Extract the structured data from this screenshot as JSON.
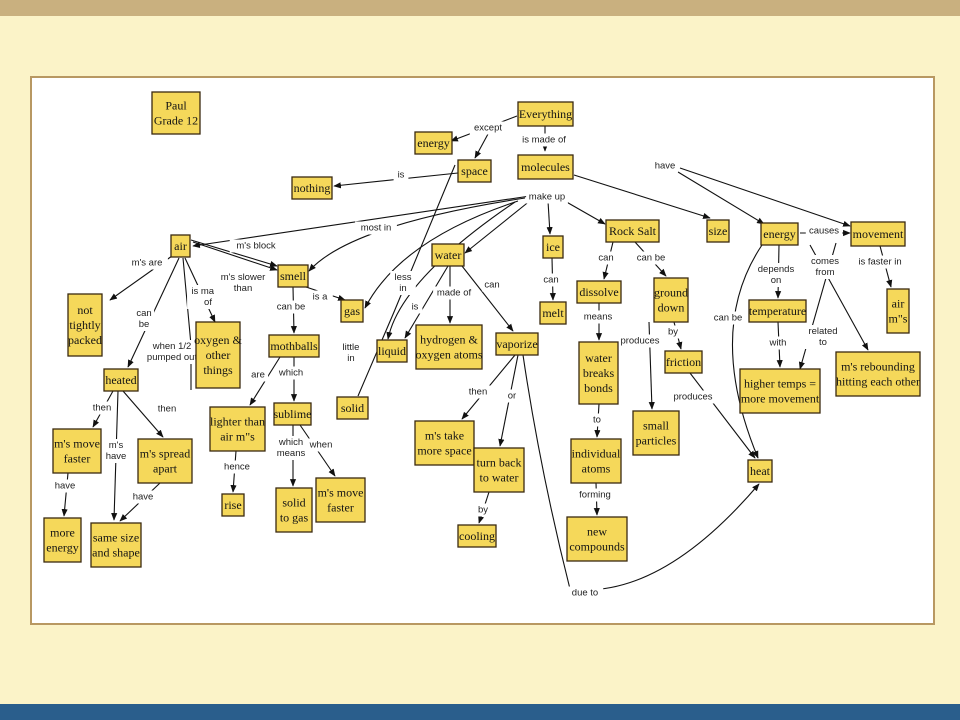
{
  "colors": {
    "top_bar": "#c9b07f",
    "page_background": "#fbf3c8",
    "bottom_bar": "#2a5e8c",
    "node_fill": "#f5d85a",
    "node_border": "#3a2a10"
  },
  "nodes": [
    {
      "id": "paul",
      "lines": [
        "Paul",
        "Grade 12"
      ]
    },
    {
      "id": "everything",
      "lines": [
        "Everything"
      ]
    },
    {
      "id": "energy_top",
      "lines": [
        "energy"
      ]
    },
    {
      "id": "space",
      "lines": [
        "space"
      ]
    },
    {
      "id": "molecules",
      "lines": [
        "molecules"
      ]
    },
    {
      "id": "nothing",
      "lines": [
        "nothing"
      ]
    },
    {
      "id": "air",
      "lines": [
        "air"
      ]
    },
    {
      "id": "smell",
      "lines": [
        "smell"
      ]
    },
    {
      "id": "gas",
      "lines": [
        "gas"
      ]
    },
    {
      "id": "water",
      "lines": [
        "water"
      ]
    },
    {
      "id": "ice",
      "lines": [
        "ice"
      ]
    },
    {
      "id": "rocksalt",
      "lines": [
        "Rock Salt"
      ]
    },
    {
      "id": "size",
      "lines": [
        "size"
      ]
    },
    {
      "id": "energy_right",
      "lines": [
        "energy"
      ]
    },
    {
      "id": "movement",
      "lines": [
        "movement"
      ]
    },
    {
      "id": "not_tightly",
      "lines": [
        "not",
        "tightly",
        "packed"
      ]
    },
    {
      "id": "oxygen_things",
      "lines": [
        "oxygen &",
        "other",
        "things"
      ]
    },
    {
      "id": "mothballs",
      "lines": [
        "mothballs"
      ]
    },
    {
      "id": "liquid",
      "lines": [
        "liquid"
      ]
    },
    {
      "id": "hydrogen",
      "lines": [
        "hydrogen &",
        "oxygen atoms"
      ]
    },
    {
      "id": "vaporize",
      "lines": [
        "vaporize"
      ]
    },
    {
      "id": "melt",
      "lines": [
        "melt"
      ]
    },
    {
      "id": "dissolve",
      "lines": [
        "dissolve"
      ]
    },
    {
      "id": "ground_down",
      "lines": [
        "ground",
        "down"
      ]
    },
    {
      "id": "temperature",
      "lines": [
        "temperature"
      ]
    },
    {
      "id": "air_ms",
      "lines": [
        "air",
        "m\"s"
      ]
    },
    {
      "id": "heated",
      "lines": [
        "heated"
      ]
    },
    {
      "id": "solid",
      "lines": [
        "solid"
      ]
    },
    {
      "id": "water_breaks",
      "lines": [
        "water",
        "breaks",
        "bonds"
      ]
    },
    {
      "id": "friction",
      "lines": [
        "friction"
      ]
    },
    {
      "id": "higher_temps",
      "lines": [
        "higher temps =",
        "more movement"
      ]
    },
    {
      "id": "ms_rebounding",
      "lines": [
        "m's rebounding",
        "hitting each other"
      ]
    },
    {
      "id": "lighter",
      "lines": [
        "lighter than",
        "air m\"s"
      ]
    },
    {
      "id": "sublime",
      "lines": [
        "sublime"
      ]
    },
    {
      "id": "ms_move_faster1",
      "lines": [
        "m's move",
        "faster"
      ]
    },
    {
      "id": "ms_spread",
      "lines": [
        "m's spread",
        "apart"
      ]
    },
    {
      "id": "ms_take",
      "lines": [
        "m's take",
        "more space"
      ]
    },
    {
      "id": "small_particles",
      "lines": [
        "small",
        "particles"
      ]
    },
    {
      "id": "individual_atoms",
      "lines": [
        "individual",
        "atoms"
      ]
    },
    {
      "id": "turn_back",
      "lines": [
        "turn back",
        "to water"
      ]
    },
    {
      "id": "heat",
      "lines": [
        "heat"
      ]
    },
    {
      "id": "rise",
      "lines": [
        "rise"
      ]
    },
    {
      "id": "ms_move_faster2",
      "lines": [
        "m's move",
        "faster"
      ]
    },
    {
      "id": "solid_to_gas",
      "lines": [
        "solid",
        "to gas"
      ]
    },
    {
      "id": "new_compounds",
      "lines": [
        "new",
        "compounds"
      ]
    },
    {
      "id": "more_energy",
      "lines": [
        "more",
        "energy"
      ]
    },
    {
      "id": "same_size",
      "lines": [
        "same size",
        "and shape"
      ]
    },
    {
      "id": "cooling",
      "lines": [
        "cooling"
      ]
    }
  ],
  "links": [
    {
      "lines": [
        "except"
      ]
    },
    {
      "lines": [
        "is made of"
      ]
    },
    {
      "lines": [
        "is"
      ]
    },
    {
      "lines": [
        "make up"
      ]
    },
    {
      "lines": [
        "have"
      ]
    },
    {
      "lines": [
        "m's block"
      ]
    },
    {
      "lines": [
        "m's are"
      ]
    },
    {
      "lines": [
        "is made",
        "of"
      ]
    },
    {
      "lines": [
        "m's slower",
        "than"
      ]
    },
    {
      "lines": [
        "can",
        "be"
      ]
    },
    {
      "lines": [
        "when 1/2",
        "pumped out"
      ]
    },
    {
      "lines": [
        "then"
      ]
    },
    {
      "lines": [
        "then"
      ]
    },
    {
      "lines": [
        "m's",
        "have"
      ]
    },
    {
      "lines": [
        "have"
      ]
    },
    {
      "lines": [
        "have"
      ]
    },
    {
      "lines": [
        "can be"
      ]
    },
    {
      "lines": [
        "is a"
      ]
    },
    {
      "lines": [
        "are"
      ]
    },
    {
      "lines": [
        "which"
      ]
    },
    {
      "lines": [
        "hence"
      ]
    },
    {
      "lines": [
        "which",
        "means"
      ]
    },
    {
      "lines": [
        "when"
      ]
    },
    {
      "lines": [
        "most in"
      ]
    },
    {
      "lines": [
        "little",
        "in"
      ]
    },
    {
      "lines": [
        "less",
        "in"
      ]
    },
    {
      "lines": [
        "is"
      ]
    },
    {
      "lines": [
        "made of"
      ]
    },
    {
      "lines": [
        "can"
      ]
    },
    {
      "lines": [
        "then"
      ]
    },
    {
      "lines": [
        "or"
      ]
    },
    {
      "lines": [
        "by"
      ]
    },
    {
      "lines": [
        "due to"
      ]
    },
    {
      "lines": [
        "can"
      ]
    },
    {
      "lines": [
        "can"
      ]
    },
    {
      "lines": [
        "can be"
      ]
    },
    {
      "lines": [
        "means"
      ]
    },
    {
      "lines": [
        "to"
      ]
    },
    {
      "lines": [
        "forming"
      ]
    },
    {
      "lines": [
        "by"
      ]
    },
    {
      "lines": [
        "produces"
      ]
    },
    {
      "lines": [
        "produces"
      ]
    },
    {
      "lines": [
        "causes"
      ]
    },
    {
      "lines": [
        "depends",
        "on"
      ]
    },
    {
      "lines": [
        "with"
      ]
    },
    {
      "lines": [
        "can be"
      ]
    },
    {
      "lines": [
        "comes",
        "from"
      ]
    },
    {
      "lines": [
        "related",
        "to"
      ]
    },
    {
      "lines": [
        "is faster in"
      ]
    }
  ]
}
